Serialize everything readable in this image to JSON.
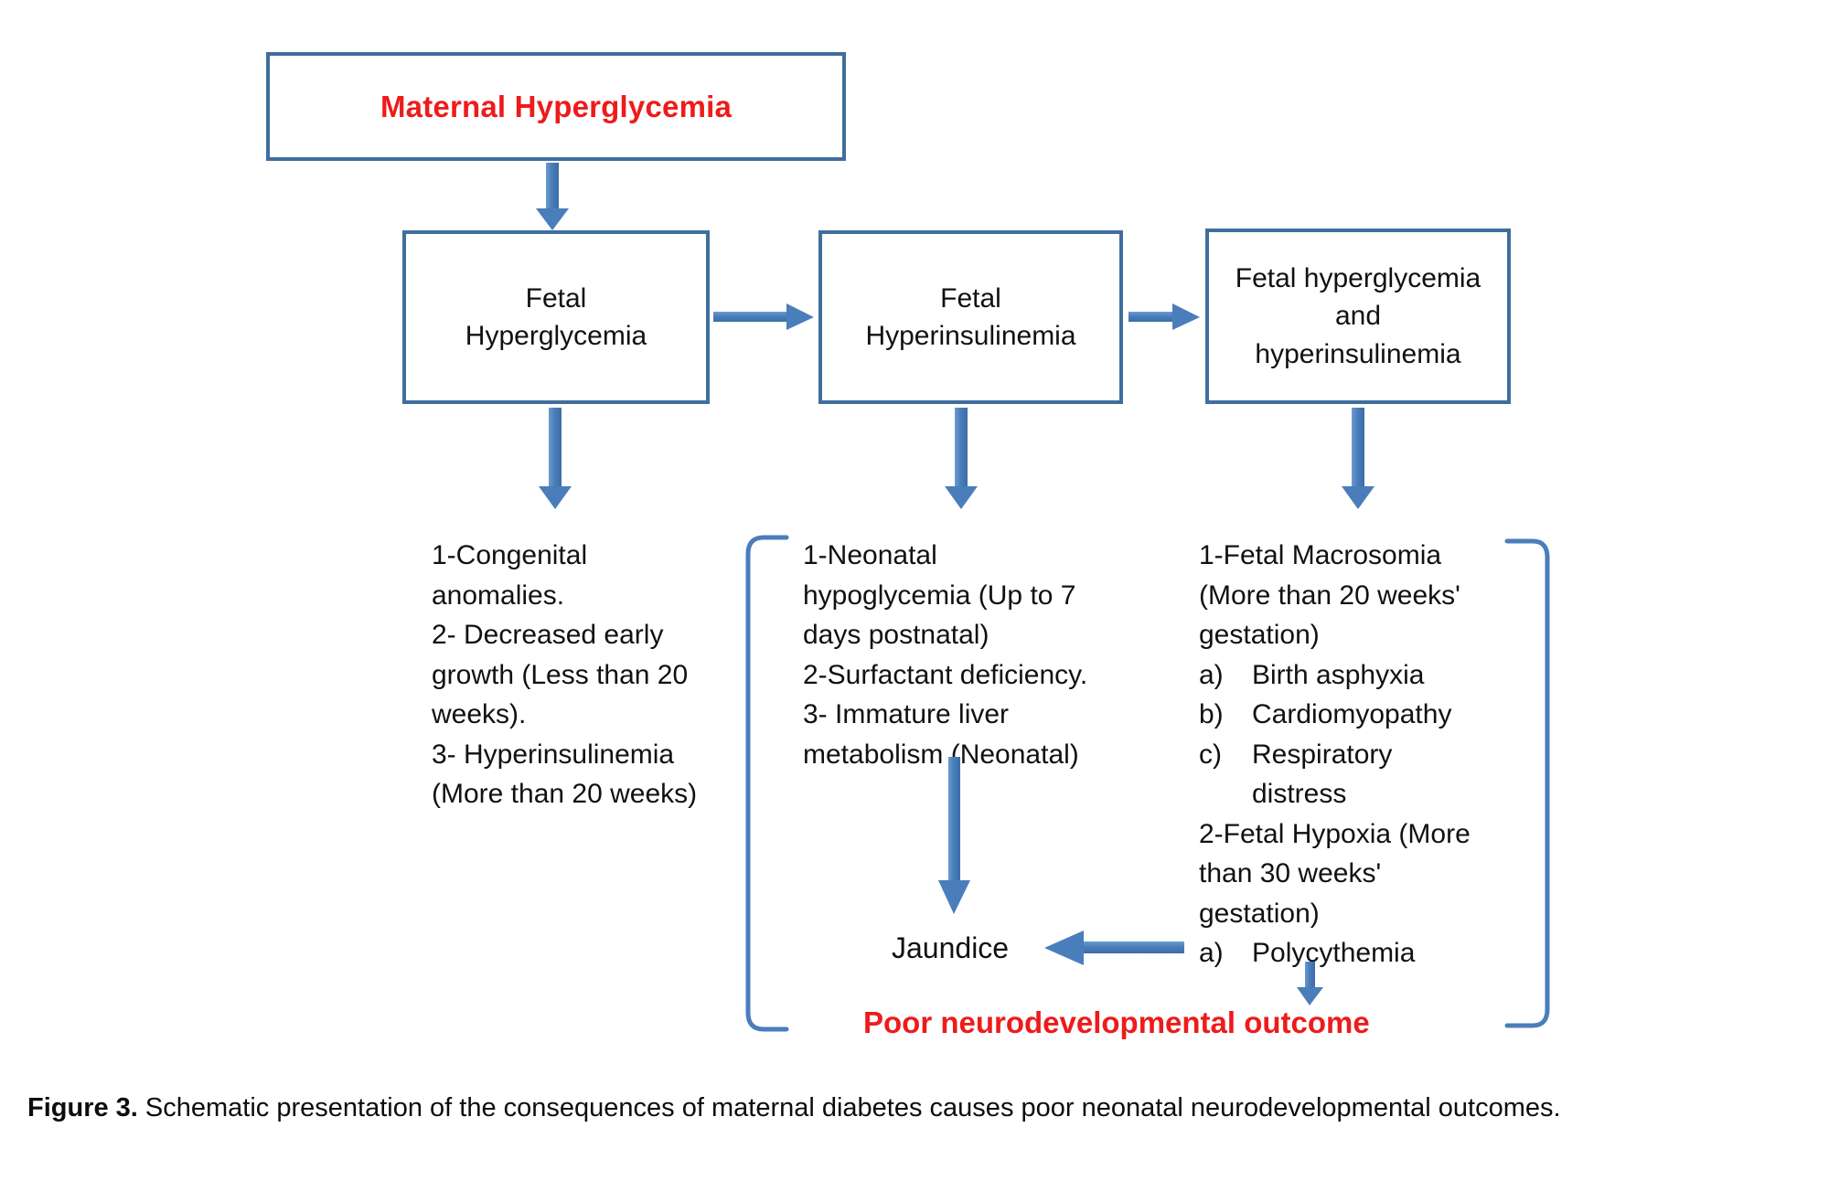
{
  "figure": {
    "title_box": {
      "label": "Maternal Hyperglycemia",
      "color": "#ee1b1b"
    },
    "stage_boxes": [
      {
        "label": "Fetal\nHyperglycemia"
      },
      {
        "label": "Fetal\nHyperinsulinemia"
      },
      {
        "label": "Fetal hyperglycemia\nand\nhyperinsulinemia"
      }
    ],
    "columns": {
      "left": {
        "text": "1-Congenital\nanomalies.\n2- Decreased early\ngrowth (Less than 20\nweeks).\n3- Hyperinsulinemia\n(More than 20 weeks)"
      },
      "middle": {
        "text": "1-Neonatal\nhypoglycemia (Up to 7\ndays postnatal)\n2-Surfactant deficiency.\n3- Immature liver\nmetabolism (Neonatal)"
      },
      "right": {
        "intro": "1-Fetal Macrosomia\n(More than 20 weeks'\ngestation)",
        "items_1": [
          {
            "marker": "a)",
            "text": "Birth asphyxia"
          },
          {
            "marker": "b)",
            "text": "Cardiomyopathy"
          },
          {
            "marker": "c)",
            "text": "Respiratory\ndistress"
          }
        ],
        "intro_2": "2-Fetal Hypoxia (More\nthan 30 weeks'\ngestation)",
        "items_2": [
          {
            "marker": "a)",
            "text": "Polycythemia"
          }
        ]
      }
    },
    "jaundice": {
      "label": "Jaundice"
    },
    "outcome": {
      "label": "Poor neurodevelopmental outcome",
      "color": "#ee1b1b"
    },
    "colors": {
      "box_border": "#3f6e9e",
      "arrow": "#4a7ebb",
      "bracket": "#4a7ebb",
      "accent_red": "#ee1b1b",
      "text": "#111111",
      "background": "#ffffff"
    },
    "connectors": [
      {
        "name": "title-to-fetal-hyperglycemia",
        "type": "arrow-down"
      },
      {
        "name": "fetal-hyperglycemia-to-fetal-hyperinsulinemia",
        "type": "arrow-right"
      },
      {
        "name": "fetal-hyperinsulinemia-to-fetal-hyperglycemia-and-hyperinsulinemia",
        "type": "arrow-right"
      },
      {
        "name": "fetal-hyperglycemia-to-left-list",
        "type": "arrow-down"
      },
      {
        "name": "fetal-hyperinsulinemia-to-middle-list",
        "type": "arrow-down"
      },
      {
        "name": "combined-to-right-list",
        "type": "arrow-down"
      },
      {
        "name": "middle-list-to-jaundice",
        "type": "arrow-down"
      },
      {
        "name": "polycythemia-to-jaundice",
        "type": "arrow-left"
      },
      {
        "name": "polycythemia-to-outcome",
        "type": "arrow-down"
      },
      {
        "name": "left-bracket",
        "type": "bracket-left"
      },
      {
        "name": "right-bracket",
        "type": "bracket-right"
      }
    ]
  },
  "caption": {
    "prefix": "Figure 3.",
    "body": " Schematic presentation of the consequences of maternal diabetes causes poor neonatal neurodevelopmental outcomes."
  }
}
